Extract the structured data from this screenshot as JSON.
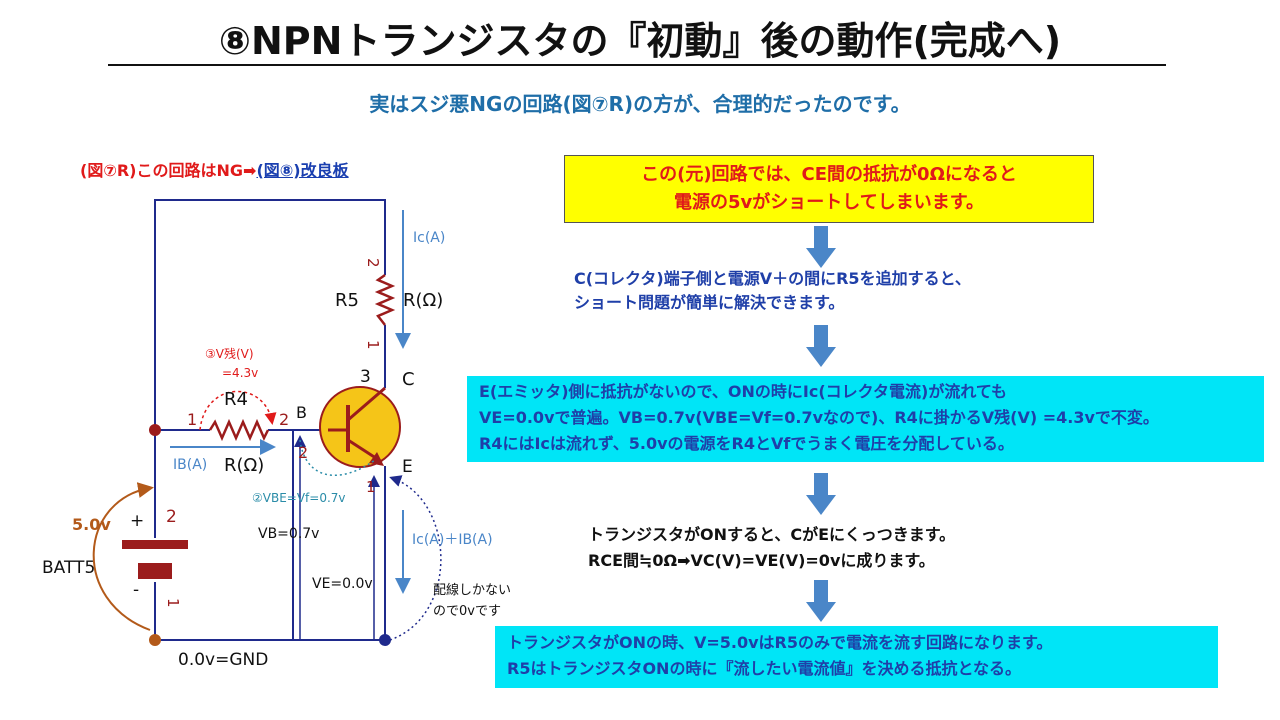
{
  "title": "⑧NPNトランジスタの『初動』後の動作(完成へ)",
  "subtitle": "実はスジ悪NGの回路(図⑦R)の方が、合理的だったのです。",
  "circuit_caption": {
    "part1": "(図⑦R)この回路はNG",
    "arrow": "➡",
    "part2": "(図⑧)改良板"
  },
  "circuit": {
    "ic_label": "Ic(A)",
    "r5_label": "R5",
    "r5_ohm": "R(Ω)",
    "r5_pin_top": "2",
    "r5_pin_bottom": "1",
    "pin3": "3",
    "c_label": "C",
    "vzan_label": "③V残(V)",
    "vzan_value": "=4.3v",
    "r4_label": "R4",
    "r4_pin1": "1",
    "r4_pin2": "2",
    "b_label": "B",
    "base_pin": "2",
    "ib_label": "IB(A)",
    "r4_ohm": "R(Ω)",
    "e_label": "E",
    "emitter_pin": "1",
    "vbe_label": "②VBE=Vf=0.7v",
    "batt_voltage": "5.0v",
    "batt_plus": "+",
    "batt_pin2": "2",
    "batt_name": "BATT5",
    "batt_minus": "-",
    "batt_pin1": "1",
    "vb_label": "VB=0.7v",
    "ve_label": "VE=0.0v",
    "ic_ib_label": "Ic(A)＋IB(A)",
    "wire_note_1": "配線しかない",
    "wire_note_2": "ので0vです",
    "gnd_label": "0.0v=GND"
  },
  "box1": {
    "line1": "この(元)回路では、CE間の抵抗が0Ωになると",
    "line2": "電源の5vがショートしてしまいます。"
  },
  "step2": {
    "line1": "C(コレクタ)端子側と電源V＋の間にR5を追加すると、",
    "line2": "ショート問題が簡単に解決できます。"
  },
  "box3": {
    "line1": "E(エミッタ)側に抵抗がないので、ONの時にIc(コレクタ電流)が流れても",
    "line2": "VE=0.0vで普遍。VB=0.7v(VBE=Vf=0.7vなので)、R4に掛かるV残(V) =4.3vで不変。",
    "line3": "R4にはIcは流れず、5.0vの電源をR4とVfでうまく電圧を分配している。"
  },
  "step4": {
    "line1": "トランジスタがONすると、CがEにくっつきます。",
    "line2": "RCE間≒0Ω➡VC(V)=VE(V)=0vに成ります。"
  },
  "box5": {
    "line1": "トランジスタがONの時、V=5.0vはR5のみで電流を流す回路になります。",
    "line2": "R5はトランジスタONの時に『流したい電流値』を決める抵抗となる。"
  },
  "colors": {
    "wire": "#1f2a8c",
    "arrow_blue": "#4a86c8",
    "component": "#9b1c1c",
    "transistor_fill": "#f5c518",
    "orange": "#b35a1a",
    "yellow_box": "#ffff00",
    "cyan_box": "#00e5f7",
    "red_text": "#e01a1a"
  }
}
